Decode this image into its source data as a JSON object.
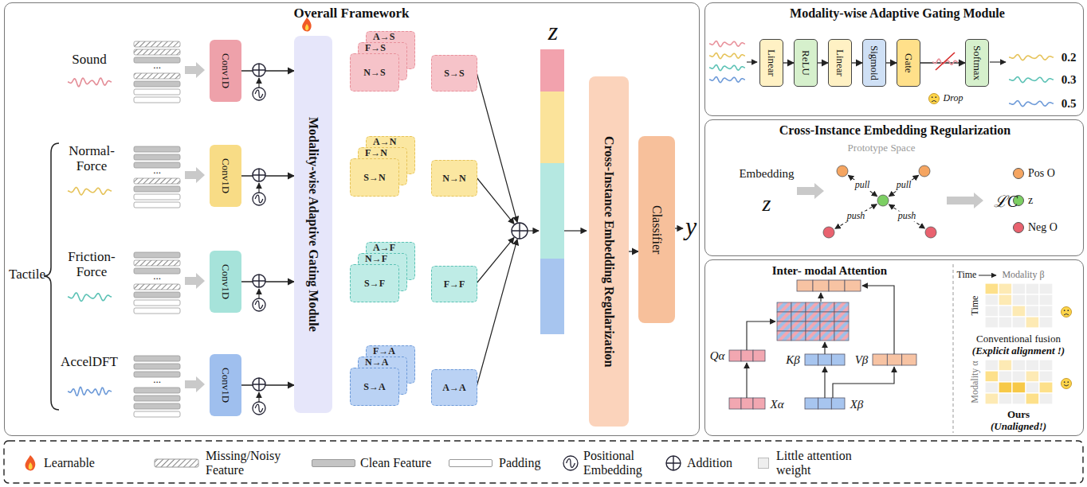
{
  "diagram": {
    "nodes": [
      {
        "text": [
          "Overall Framework"
        ]
      },
      {
        "text": [
          "Conv1D"
        ],
        "in": 0
      },
      {
        "text": [
          "Conv1D"
        ],
        "in": 0
      },
      {
        "text": [
          "Conv1D"
        ],
        "in": 0
      },
      {
        "text": [
          "Conv1D"
        ],
        "in": 0
      },
      {
        "text": [
          "Modality-wise Adaptive Gating Module"
        ],
        "in": 0
      },
      {
        "text": [
          "A→S"
        ],
        "in": 0
      },
      {
        "text": [
          "F→S"
        ],
        "in": 0
      },
      {
        "text": [
          "N→S"
        ],
        "in": 0
      },
      {
        "text": [
          "S→S"
        ],
        "in": 0
      },
      {
        "text": [
          "A→N"
        ],
        "in": 0
      },
      {
        "text": [
          "F→N"
        ],
        "in": 0
      },
      {
        "text": [
          "S→N"
        ],
        "in": 0
      },
      {
        "text": [
          "N→N"
        ],
        "in": 0
      },
      {
        "text": [
          "A→F"
        ],
        "in": 0
      },
      {
        "text": [
          "N→F"
        ],
        "in": 0
      },
      {
        "text": [
          "S→F"
        ],
        "in": 0
      },
      {
        "text": [
          "F→F"
        ],
        "in": 0
      },
      {
        "text": [
          "F→A"
        ],
        "in": 0
      },
      {
        "text": [
          "N→A"
        ],
        "in": 0
      },
      {
        "text": [
          "S→A"
        ],
        "in": 0
      },
      {
        "text": [
          "A→A"
        ],
        "in": 0
      },
      {
        "text": [
          "Cross-Instance Embedding Regularization"
        ],
        "in": 0
      },
      {
        "text": [
          "Classifier"
        ],
        "in": 0
      },
      {
        "text": [
          "Modality-wise Adaptive Gating Module"
        ]
      },
      {
        "text": [
          "Linear"
        ],
        "in": 24
      },
      {
        "text": [
          "ReLU"
        ],
        "in": 24
      },
      {
        "text": [
          "Linear"
        ],
        "in": 24
      },
      {
        "text": [
          "Sigmoid"
        ],
        "in": 24
      },
      {
        "text": [
          "Gate"
        ],
        "in": 24
      },
      {
        "text": [
          "Softmax"
        ],
        "in": 24
      },
      {
        "text": [
          "Cross-Instance Embedding Regularization"
        ]
      },
      {
        "text": [
          "Inter- modal Attention"
        ]
      }
    ],
    "edges": [
      {
        "from": 1,
        "to": 5,
        "arrow": "to"
      },
      {
        "from": 2,
        "to": 5,
        "arrow": "to"
      },
      {
        "from": 3,
        "to": 5,
        "arrow": "to"
      },
      {
        "from": 4,
        "to": 5,
        "arrow": "to"
      },
      {
        "from": 22,
        "to": 23,
        "arrow": "to"
      },
      {
        "from": 25,
        "to": 26,
        "arrow": "to"
      },
      {
        "from": 26,
        "to": 27,
        "arrow": "to"
      },
      {
        "from": 27,
        "to": 28,
        "arrow": "to"
      },
      {
        "from": 28,
        "to": 29,
        "arrow": "to"
      },
      {
        "from": 29,
        "to": 30,
        "arrow": "to"
      }
    ],
    "labels": [
      "Sound",
      "Normal- Force",
      "Friction- Force",
      "AccelDFT",
      "Tactile",
      "...",
      "...",
      "...",
      "...",
      "z",
      "y",
      "Drop",
      "0.2",
      "0.3",
      "0.5",
      "Embedding",
      "z",
      "Prototype Space",
      "pull",
      "pull",
      "push",
      "push",
      "ℒC",
      "Qα",
      "Kβ",
      "Vβ",
      "Xα",
      "Xβ",
      "Time",
      "Modality β",
      "Time",
      "Modality α",
      "Conventional fusion",
      "(Explicit alignment !)",
      "Ours",
      "(Unaligned!)"
    ],
    "legend": [
      {
        "text": "Learnable"
      },
      {
        "text": "Missing/Noisy Feature"
      },
      {
        "text": "Clean Feature",
        "color": "#c4c4c4"
      },
      {
        "text": "Padding",
        "color": "#ffffff"
      },
      {
        "text": "Positional Embedding"
      },
      {
        "text": "Addition"
      },
      {
        "text": "Little attention weight",
        "color": "#eeeeee"
      },
      {
        "text": "Pos O",
        "color": "#f5a561"
      },
      {
        "text": "z",
        "color": "#7ccf63"
      },
      {
        "text": "Neg O",
        "color": "#e9626f"
      }
    ]
  }
}
